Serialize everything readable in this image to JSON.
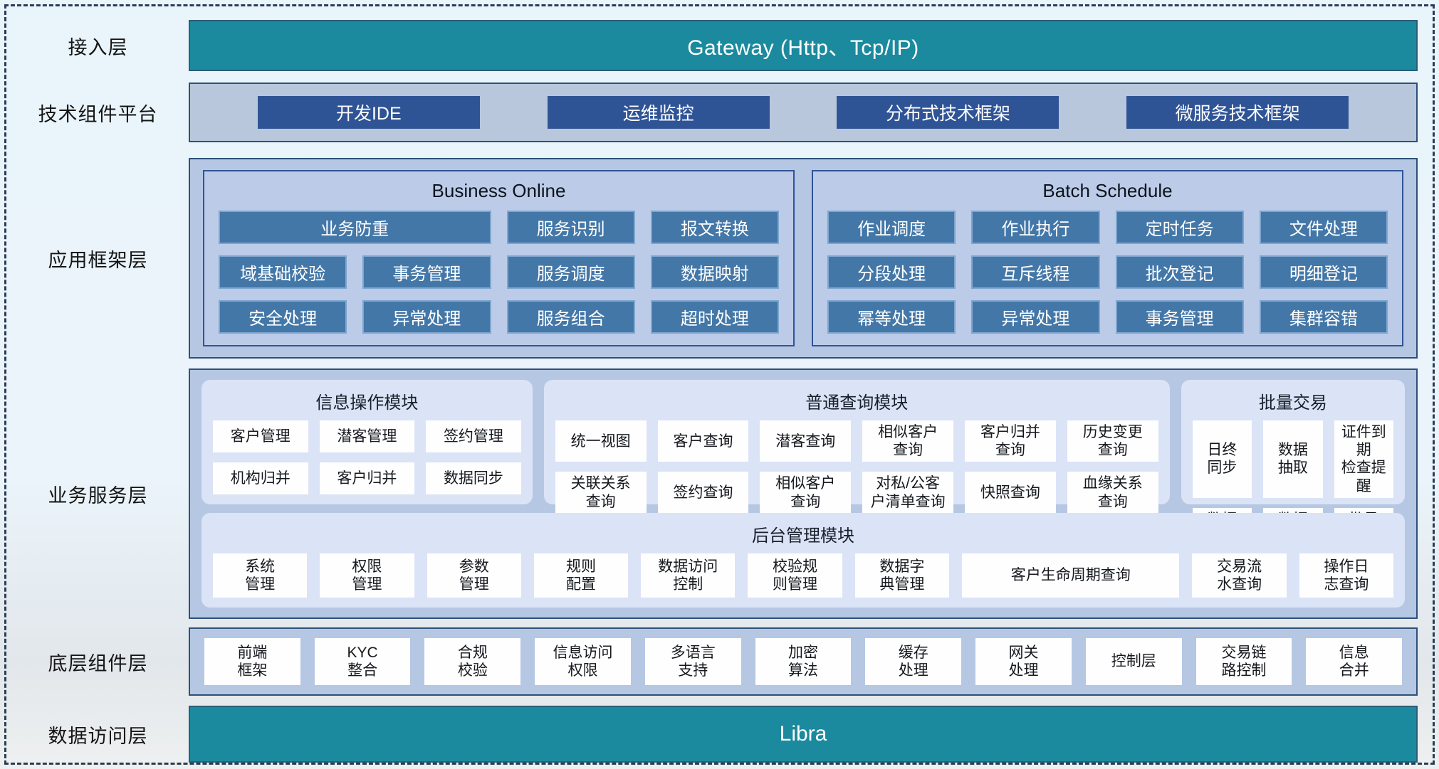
{
  "colors": {
    "teal": "#1b8a9e",
    "dark_blue": "#2f5496",
    "steel_blue": "#4377a8",
    "section_bg": "#b9c7dc",
    "module_bg": "#dbe3f6",
    "dash_border": "#2b3d52"
  },
  "gateway": {
    "layer": "接入层",
    "label": "Gateway (Http、Tcp/IP)"
  },
  "tech_platform": {
    "layer": "技术组件平台",
    "buttons": [
      {
        "label": "开发IDE"
      },
      {
        "label": "运维监控"
      },
      {
        "label": "分布式技术框架"
      },
      {
        "label": "微服务技术框架"
      }
    ]
  },
  "app_framework": {
    "layer": "应用框架层",
    "business_online": {
      "title": "Business Online",
      "buttons": [
        {
          "label": "业务防重",
          "span": 2
        },
        {
          "label": "服务识别"
        },
        {
          "label": "报文转换"
        },
        {
          "label": "域基础校验"
        },
        {
          "label": "事务管理"
        },
        {
          "label": "服务调度"
        },
        {
          "label": "数据映射"
        },
        {
          "label": "安全处理"
        },
        {
          "label": "异常处理"
        },
        {
          "label": "服务组合"
        },
        {
          "label": "超时处理"
        }
      ]
    },
    "batch_schedule": {
      "title": "Batch Schedule",
      "buttons": [
        {
          "label": "作业调度"
        },
        {
          "label": "作业执行"
        },
        {
          "label": "定时任务"
        },
        {
          "label": "文件处理"
        },
        {
          "label": "分段处理"
        },
        {
          "label": "互斥线程"
        },
        {
          "label": "批次登记"
        },
        {
          "label": "明细登记"
        },
        {
          "label": "幂等处理"
        },
        {
          "label": "异常处理"
        },
        {
          "label": "事务管理"
        },
        {
          "label": "集群容错"
        }
      ]
    }
  },
  "business_service": {
    "layer": "业务服务层",
    "info_ops": {
      "title": "信息操作模块",
      "buttons": [
        {
          "label": "客户管理"
        },
        {
          "label": "潜客管理"
        },
        {
          "label": "签约管理"
        },
        {
          "label": "机构归并"
        },
        {
          "label": "客户归并"
        },
        {
          "label": "数据同步"
        }
      ]
    },
    "query": {
      "title": "普通查询模块",
      "buttons": [
        {
          "label": "统一视图"
        },
        {
          "label": "客户查询"
        },
        {
          "label": "潜客查询"
        },
        {
          "label": "相似客户\n查询"
        },
        {
          "label": "客户归并\n查询"
        },
        {
          "label": "历史变更\n查询"
        },
        {
          "label": "关联关系\n查询"
        },
        {
          "label": "签约查询"
        },
        {
          "label": "相似客户\n查询"
        },
        {
          "label": "对私/公客\n户清单查询"
        },
        {
          "label": "快照查询"
        },
        {
          "label": "血缘关系\n查询"
        }
      ]
    },
    "batch_trade": {
      "title": "批量交易",
      "buttons": [
        {
          "label": "日终\n同步"
        },
        {
          "label": "数据\n抽取"
        },
        {
          "label": "证件到期\n检查提醒"
        },
        {
          "label": "数据\n转换"
        },
        {
          "label": "数据\n装载"
        },
        {
          "label": "批量\n开户"
        }
      ]
    },
    "admin": {
      "title": "后台管理模块",
      "buttons": [
        {
          "label": "系统\n管理"
        },
        {
          "label": "权限\n管理"
        },
        {
          "label": "参数\n管理"
        },
        {
          "label": "规则\n配置"
        },
        {
          "label": "数据访问\n控制"
        },
        {
          "label": "校验规\n则管理"
        },
        {
          "label": "数据字\n典管理"
        },
        {
          "label": "客户生命周期查询",
          "wide": true
        },
        {
          "label": "交易流\n水查询"
        },
        {
          "label": "操作日\n志查询"
        }
      ]
    }
  },
  "base_components": {
    "layer": "底层组件层",
    "buttons": [
      {
        "label": "前端\n框架"
      },
      {
        "label": "KYC\n整合"
      },
      {
        "label": "合规\n校验"
      },
      {
        "label": "信息访问\n权限"
      },
      {
        "label": "多语言\n支持"
      },
      {
        "label": "加密\n算法"
      },
      {
        "label": "缓存\n处理"
      },
      {
        "label": "网关\n处理"
      },
      {
        "label": "控制层"
      },
      {
        "label": "交易链\n路控制"
      },
      {
        "label": "信息\n合并"
      }
    ]
  },
  "data_access": {
    "layer": "数据访问层",
    "label": "Libra"
  }
}
